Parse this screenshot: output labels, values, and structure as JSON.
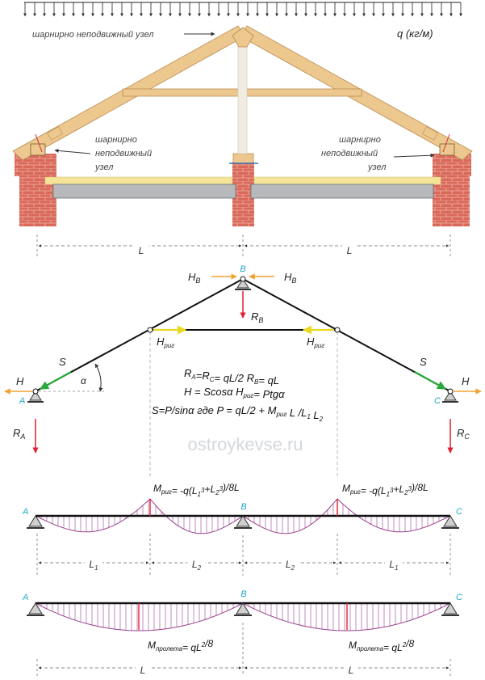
{
  "truss": {
    "label_pin_top": "шарнирно неподвижный узел",
    "label_pin_left": [
      "шарнирно",
      "неподвижный",
      "узел"
    ],
    "label_pin_right": [
      "шарнирно",
      "неподвижный",
      "узел"
    ],
    "load_label": "q (кг/м)",
    "span_left": "L",
    "span_right": "L"
  },
  "scheme": {
    "node_a": "A",
    "node_b": "B",
    "node_c": "C",
    "hb_main": "H",
    "hb_sub": "B",
    "rb_main": "R",
    "rb_sub": "B",
    "ra_main": "R",
    "ra_sub": "A",
    "rc_main": "R",
    "rc_sub": "C",
    "h_label": "H",
    "s_label": "S",
    "alpha": "α",
    "hrig_main": "H",
    "hrig_sub": "риг",
    "formula1": "R_A=R_C= qL/2    R_B= qL",
    "formula2": "H = Scosα    H_риг= Ptgα",
    "formula3": "S=P/sinα    где P = qL/2 + M_риг L /L_1 L_2",
    "watermark": "ostroykevse.ru"
  },
  "diagram1": {
    "node_a": "A",
    "node_b": "B",
    "node_c": "C",
    "moment_left": "M_риг= -q(L_1^3+L_2^3)/8L",
    "moment_right": "M_риг= -q(L_1^3+L_2^3)/8L",
    "spans": [
      "L_1",
      "L_2",
      "L_2",
      "L_1"
    ]
  },
  "diagram2": {
    "node_a": "A",
    "node_b": "B",
    "node_c": "C",
    "moment_left": "M_пролета= qL^2/8",
    "moment_right": "M_пролета= qL^2/8",
    "span_left": "L",
    "span_right": "L"
  },
  "colors": {
    "wood": "#ecc88f",
    "wood_edge": "#b98a4c",
    "brick": "#d9695a",
    "slab": "#b7b9bc",
    "insulation": "#f3e49a",
    "purple": "#9a3f8f",
    "red": "#e02030",
    "yellow": "#f0e040",
    "green": "#2aaa3a",
    "orange": "#f2a030",
    "cyan": "#20a8c8"
  }
}
